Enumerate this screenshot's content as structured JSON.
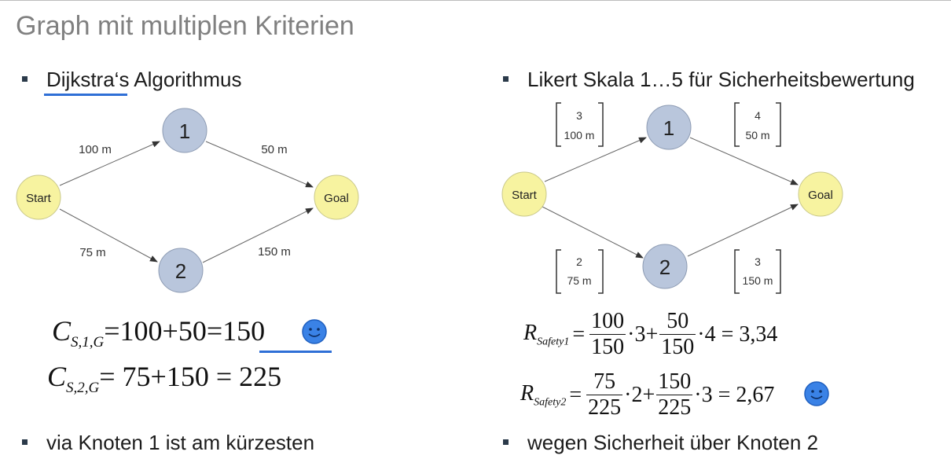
{
  "slide": {
    "title": "Graph mit multiplen Kriterien"
  },
  "left": {
    "bullet_top": "Dijkstra‘s Algorithmus",
    "bullet_bottom": "via Knoten 1 ist am kürzesten",
    "graph": {
      "nodes": {
        "start": "Start",
        "n1": "1",
        "n2": "2",
        "goal": "Goal"
      },
      "edges": {
        "s1": "100 m",
        "s2": "75 m",
        "g1": "50 m",
        "g2": "150 m"
      }
    },
    "formula1": {
      "C": "C",
      "sub": "S,1,G",
      "expr": "=100+50=",
      "result": "150"
    },
    "formula2": {
      "C": "C",
      "sub": "S,2,G",
      "expr": "= 75+150 = 225"
    }
  },
  "right": {
    "bullet_top": "Likert Skala 1…5 für Sicherheitsbewertung",
    "bullet_bottom": "wegen Sicherheit über Knoten 2",
    "graph": {
      "nodes": {
        "start": "Start",
        "n1": "1",
        "n2": "2",
        "goal": "Goal"
      },
      "vectors": {
        "s1": [
          "3",
          "100 m"
        ],
        "g1": [
          "4",
          "50 m"
        ],
        "s2": [
          "2",
          "75 m"
        ],
        "g2": [
          "3",
          "150 m"
        ]
      }
    },
    "formula1": {
      "R": "R",
      "sub": "Safety1",
      "f1n": "100",
      "f1d": "150",
      "m1": "·3+",
      "f2n": "50",
      "f2d": "150",
      "m2": "·4 = 3,34"
    },
    "formula2": {
      "R": "R",
      "sub": "Safety2",
      "f1n": "75",
      "f1d": "225",
      "m1": "·2+",
      "f2n": "150",
      "f2d": "225",
      "m2": "·3 = 2,67"
    }
  },
  "colors": {
    "node_circle": "#b9c6dc",
    "node_yellow": "#f7f3a0",
    "underline_accent": "#2f6fd6",
    "smiley": "#3a82e6"
  },
  "icons": [
    "smiley-icon"
  ]
}
